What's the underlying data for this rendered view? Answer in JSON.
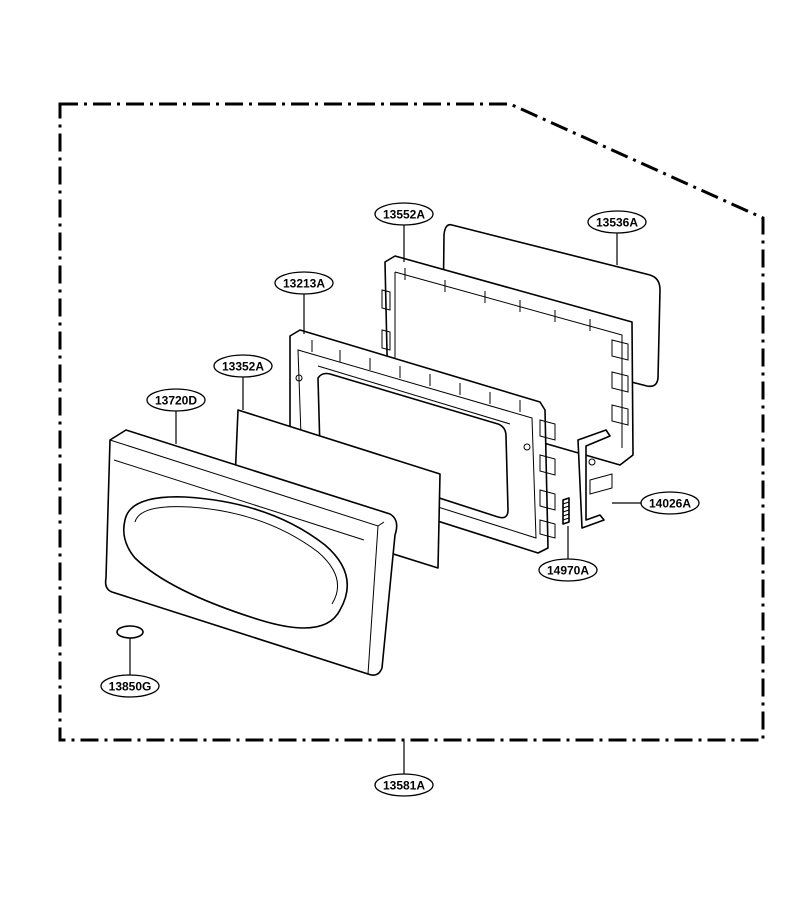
{
  "diagram": {
    "callouts": {
      "c13552a": "13552A",
      "c13536a": "13536A",
      "c13213a": "13213A",
      "c13352a": "13352A",
      "c13720d": "13720D",
      "c14026a": "14026A",
      "c14970a": "14970A",
      "c13850g": "13850G",
      "c13581a": "13581A"
    }
  }
}
